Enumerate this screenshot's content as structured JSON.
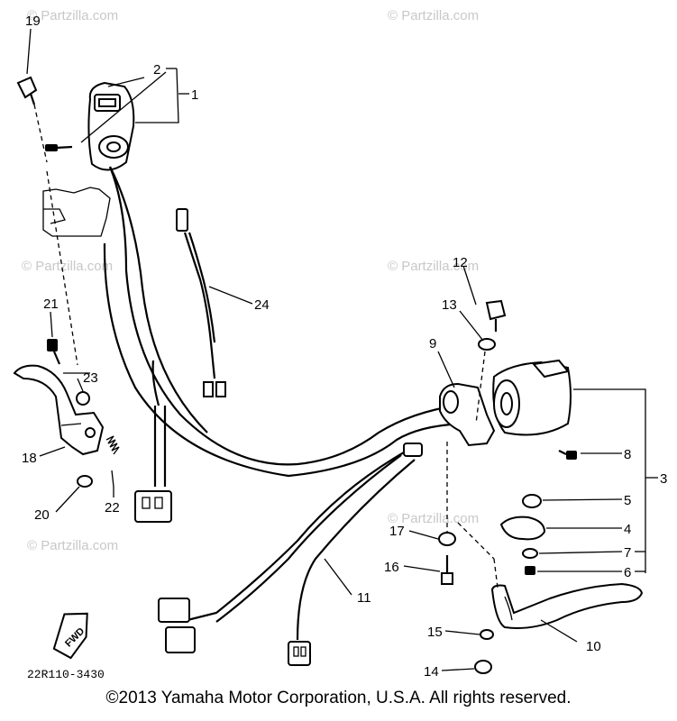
{
  "watermark": "© Partzilla.com",
  "part_code": "22R110-3430",
  "fwd_label": "FWD",
  "copyright": "©2013 Yamaha Motor Corporation, U.S.A. All rights reserved.",
  "callouts": {
    "c1": "1",
    "c2": "2",
    "c3": "3",
    "c4": "4",
    "c5": "5",
    "c6": "6",
    "c7": "7",
    "c8": "8",
    "c9": "9",
    "c10": "10",
    "c11": "11",
    "c12": "12",
    "c13": "13",
    "c14": "14",
    "c15": "15",
    "c16": "16",
    "c17": "17",
    "c18": "18",
    "c19": "19",
    "c20": "20",
    "c21": "21",
    "c22": "22",
    "c23": "23",
    "c24": "24"
  }
}
